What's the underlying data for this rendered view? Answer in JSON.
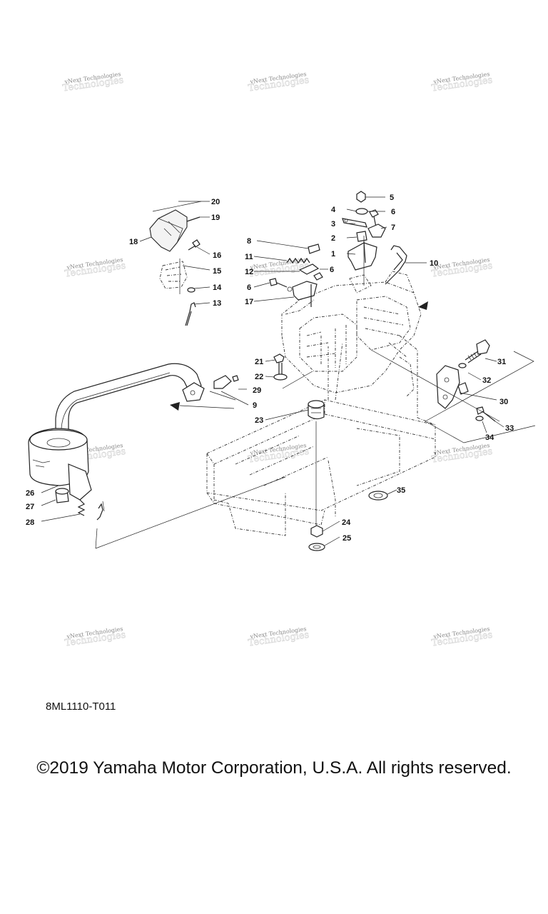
{
  "watermark": {
    "line1": "vNext Technologies",
    "line2": "Technologies"
  },
  "callouts": [
    "1",
    "2",
    "3",
    "4",
    "5",
    "6",
    "6",
    "6",
    "7",
    "8",
    "9",
    "10",
    "11",
    "12",
    "13",
    "14",
    "15",
    "16",
    "17",
    "18",
    "19",
    "20",
    "21",
    "22",
    "23",
    "24",
    "25",
    "26",
    "27",
    "28",
    "29",
    "30",
    "31",
    "32",
    "33",
    "34",
    "35"
  ],
  "footer": {
    "diagram_code": "8ML1110-T011",
    "copyright": "©2019 Yamaha Motor Corporation, U.S.A. All rights reserved."
  }
}
